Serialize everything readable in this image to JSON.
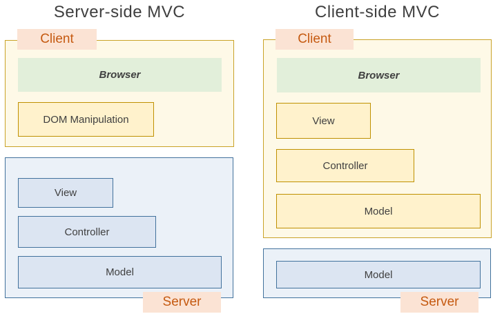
{
  "left_panel": {
    "title": "Server-side MVC",
    "client_chip": "Client",
    "server_chip": "Server",
    "browser_label": "Browser",
    "boxes": {
      "dom": "DOM Manipulation",
      "view": "View",
      "controller": "Controller",
      "model": "Model"
    }
  },
  "right_panel": {
    "title": "Client-side MVC",
    "client_chip": "Client",
    "server_chip": "Server",
    "browser_label": "Browser",
    "boxes": {
      "view": "View",
      "controller": "Controller",
      "model": "Model",
      "server_model": "Model"
    }
  },
  "colors": {
    "title_text": "#3F3F3F",
    "box_label_text": "#404040",
    "client_tier_fill": "#FEF9E7",
    "client_tier_border": "#C9A227",
    "yellow_box_fill": "#FFF2CC",
    "yellow_box_border": "#BF9000",
    "browser_fill": "#E2EFDA",
    "server_tier_fill": "#EBF1F8",
    "server_tier_border": "#41719C",
    "blue_box_fill": "#DCE5F2",
    "blue_box_border": "#41719C",
    "tier_chip_fill": "#FBE3D4",
    "tier_chip_text": "#C55A11"
  }
}
